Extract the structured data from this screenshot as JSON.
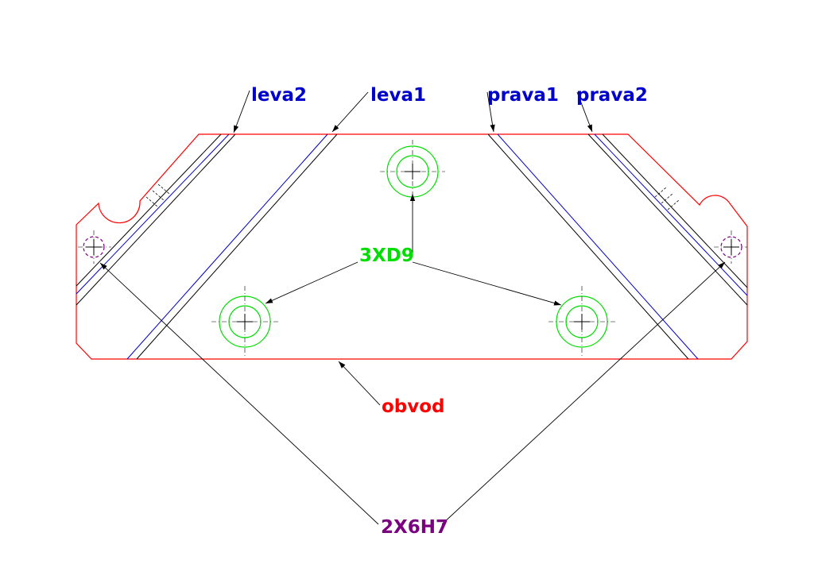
{
  "labels": {
    "leva2": "leva2",
    "leva1": "leva1",
    "prava1": "prava1",
    "prava2": "prava2",
    "holes_d9": "3XD9",
    "outline": "obvod",
    "holes_h7": "2X6H7"
  },
  "colors": {
    "outline": "#ff0000",
    "edge_lines": "#0000cc",
    "edge_labels": "#0000cc",
    "holes_d9": "#00dd00",
    "holes_h7": "#7a0080",
    "leaders": "#000000",
    "centerlines": "#000000"
  }
}
